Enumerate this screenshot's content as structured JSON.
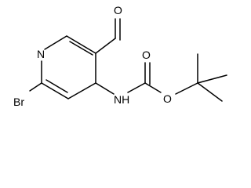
{
  "molecule": {
    "atoms": {
      "ring_n": "N",
      "bromine": "Br",
      "aldehyde_o": "O",
      "amine_nh": "NH",
      "carbonyl_o": "O",
      "ester_o": "O"
    },
    "colors": {
      "bond": "#000000",
      "label": "#000000",
      "background": "#ffffff"
    }
  }
}
